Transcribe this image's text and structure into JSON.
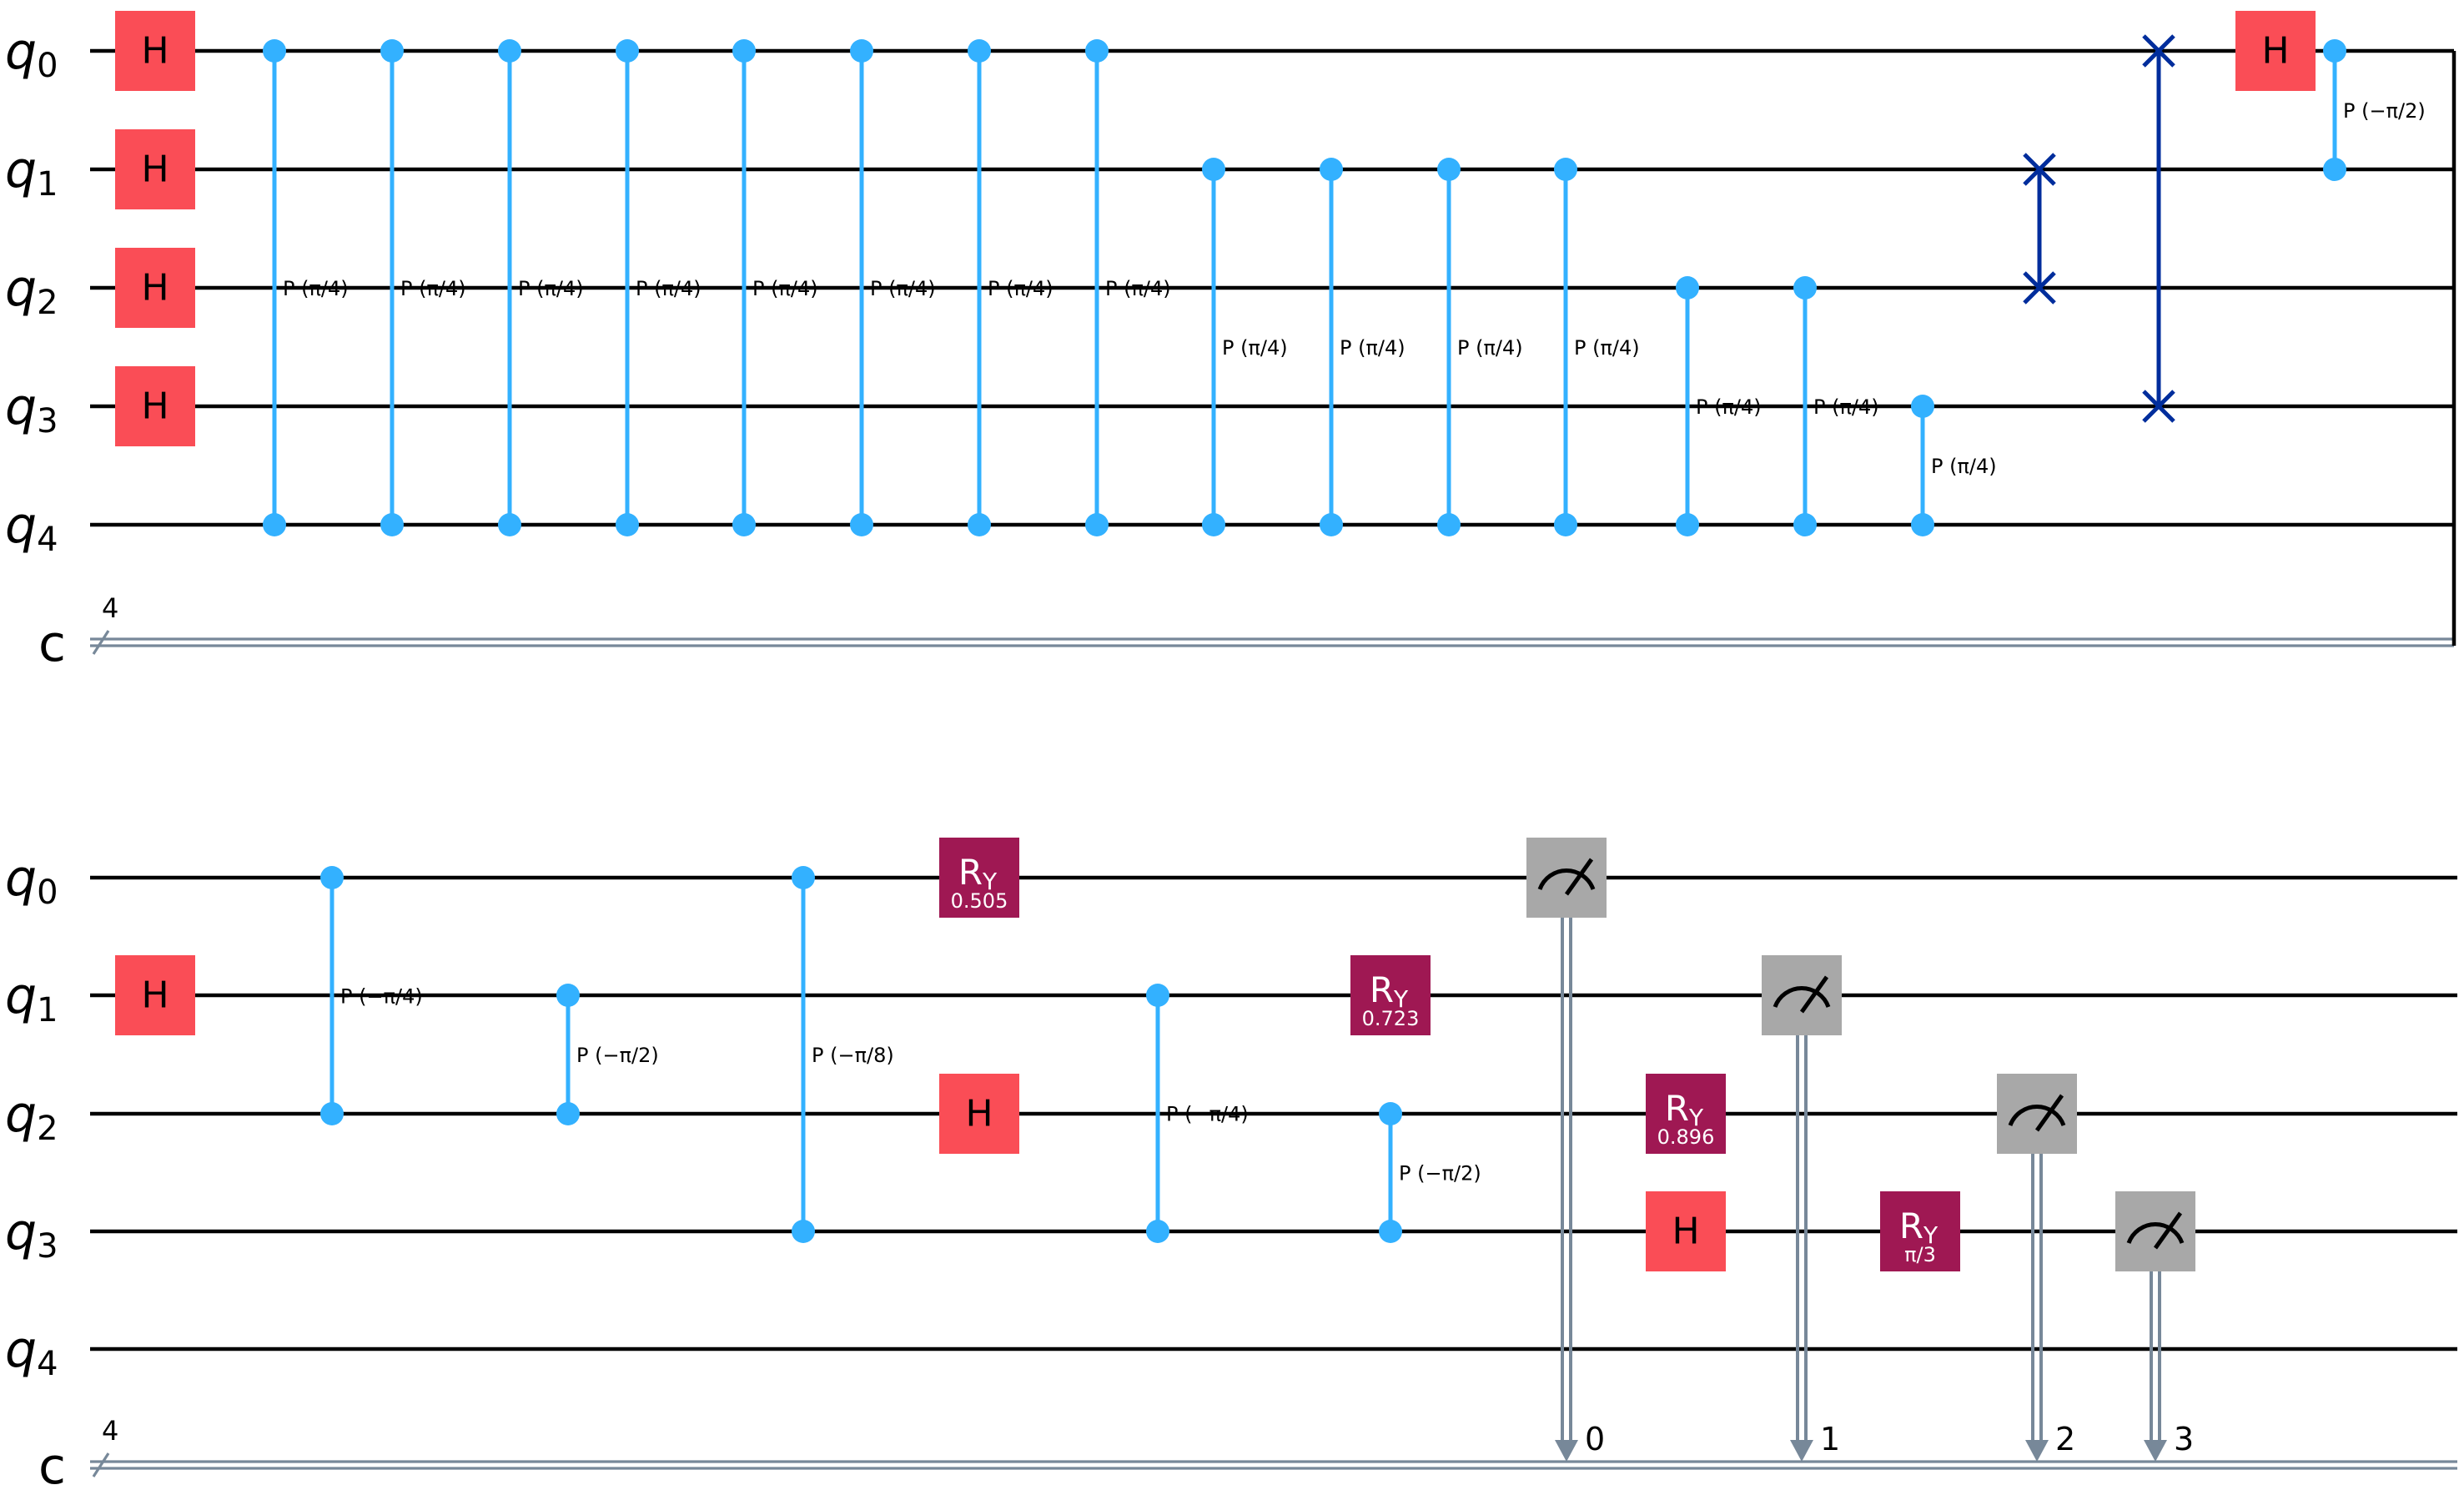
{
  "colors": {
    "h_gate": "#FA4D56",
    "ry_gate": "#9F1853",
    "control": "#33B1FF",
    "swap": "#002D9C",
    "measure": "#A8A8A8",
    "classical": "#778899"
  },
  "rows": [
    {
      "qubit_labels": [
        {
          "name": "q",
          "sub": "0"
        },
        {
          "name": "q",
          "sub": "1"
        },
        {
          "name": "q",
          "sub": "2"
        },
        {
          "name": "q",
          "sub": "3"
        },
        {
          "name": "q",
          "sub": "4"
        }
      ],
      "classical_label": "c",
      "classical_bits": "4",
      "gates": [
        {
          "type": "H",
          "label": "H",
          "qubit": 0
        },
        {
          "type": "H",
          "label": "H",
          "qubit": 1
        },
        {
          "type": "H",
          "label": "H",
          "qubit": 2
        },
        {
          "type": "H",
          "label": "H",
          "qubit": 3
        },
        {
          "type": "CP",
          "q1": 0,
          "q2": 4,
          "label": "P (π/4)"
        },
        {
          "type": "CP",
          "q1": 0,
          "q2": 4,
          "label": "P (π/4)"
        },
        {
          "type": "CP",
          "q1": 0,
          "q2": 4,
          "label": "P (π/4)"
        },
        {
          "type": "CP",
          "q1": 0,
          "q2": 4,
          "label": "P (π/4)"
        },
        {
          "type": "CP",
          "q1": 0,
          "q2": 4,
          "label": "P (π/4)"
        },
        {
          "type": "CP",
          "q1": 0,
          "q2": 4,
          "label": "P (π/4)"
        },
        {
          "type": "CP",
          "q1": 0,
          "q2": 4,
          "label": "P (π/4)"
        },
        {
          "type": "CP",
          "q1": 0,
          "q2": 4,
          "label": "P (π/4)"
        },
        {
          "type": "CP",
          "q1": 1,
          "q2": 4,
          "label": "P (π/4)"
        },
        {
          "type": "CP",
          "q1": 1,
          "q2": 4,
          "label": "P (π/4)"
        },
        {
          "type": "CP",
          "q1": 1,
          "q2": 4,
          "label": "P (π/4)"
        },
        {
          "type": "CP",
          "q1": 1,
          "q2": 4,
          "label": "P (π/4)"
        },
        {
          "type": "CP",
          "q1": 2,
          "q2": 4,
          "label": "P (π/4)"
        },
        {
          "type": "CP",
          "q1": 2,
          "q2": 4,
          "label": "P (π/4)"
        },
        {
          "type": "CP",
          "q1": 3,
          "q2": 4,
          "label": "P (π/4)"
        },
        {
          "type": "SWAP",
          "q1": 1,
          "q2": 2
        },
        {
          "type": "SWAP",
          "q1": 0,
          "q2": 3
        },
        {
          "type": "H",
          "label": "H",
          "qubit": 0
        },
        {
          "type": "CP",
          "q1": 0,
          "q2": 1,
          "label": "P (−π/2)"
        }
      ]
    },
    {
      "qubit_labels": [
        {
          "name": "q",
          "sub": "0"
        },
        {
          "name": "q",
          "sub": "1"
        },
        {
          "name": "q",
          "sub": "2"
        },
        {
          "name": "q",
          "sub": "3"
        },
        {
          "name": "q",
          "sub": "4"
        }
      ],
      "classical_label": "c",
      "classical_bits": "4",
      "gates": [
        {
          "type": "H",
          "label": "H",
          "qubit": 1
        },
        {
          "type": "CP",
          "q1": 0,
          "q2": 2,
          "label": "P (−π/4)"
        },
        {
          "type": "CP",
          "q1": 1,
          "q2": 2,
          "label": "P (−π/2)"
        },
        {
          "type": "CP",
          "q1": 0,
          "q2": 3,
          "label": "P (−π/8)"
        },
        {
          "type": "RY",
          "label": "R",
          "sub": "Y",
          "param": "0.505",
          "qubit": 0
        },
        {
          "type": "H",
          "label": "H",
          "qubit": 2
        },
        {
          "type": "CP",
          "q1": 1,
          "q2": 3,
          "label": "P (−π/4)"
        },
        {
          "type": "RY",
          "label": "R",
          "sub": "Y",
          "param": "0.723",
          "qubit": 1
        },
        {
          "type": "CP",
          "q1": 2,
          "q2": 3,
          "label": "P (−π/2)"
        },
        {
          "type": "MEASURE",
          "qubit": 0,
          "bit": "0"
        },
        {
          "type": "RY",
          "label": "R",
          "sub": "Y",
          "param": "0.896",
          "qubit": 2
        },
        {
          "type": "H",
          "label": "H",
          "qubit": 3
        },
        {
          "type": "MEASURE",
          "qubit": 1,
          "bit": "1"
        },
        {
          "type": "RY",
          "label": "R",
          "sub": "Y",
          "param": "π/3",
          "qubit": 3
        },
        {
          "type": "MEASURE",
          "qubit": 2,
          "bit": "2"
        },
        {
          "type": "MEASURE",
          "qubit": 3,
          "bit": "3"
        }
      ]
    }
  ]
}
